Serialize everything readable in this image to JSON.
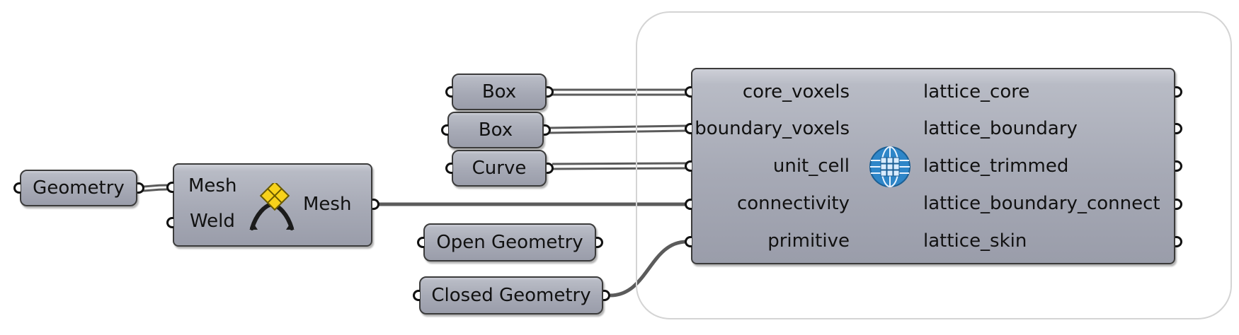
{
  "canvas": {
    "wire_color": "#5b5b5b",
    "component_color": "#a6a9b5",
    "group_border_color": "#d4d4d4"
  },
  "params": {
    "geometry": "Geometry",
    "box1": "Box",
    "box2": "Box",
    "curve": "Curve",
    "open_geometry": "Open Geometry",
    "closed_geometry": "Closed Geometry"
  },
  "weld_component": {
    "icon": "weld-mesh-icon",
    "inputs": [
      "Mesh",
      "Weld"
    ],
    "output": "Mesh"
  },
  "lattice_component": {
    "icon": "globe-lattice-icon",
    "inputs": [
      "core_voxels",
      "boundary_voxels",
      "unit_cell",
      "connectivity",
      "primitive"
    ],
    "outputs": [
      "lattice_core",
      "lattice_boundary",
      "lattice_trimmed",
      "lattice_boundary_connect",
      "lattice_skin"
    ]
  }
}
